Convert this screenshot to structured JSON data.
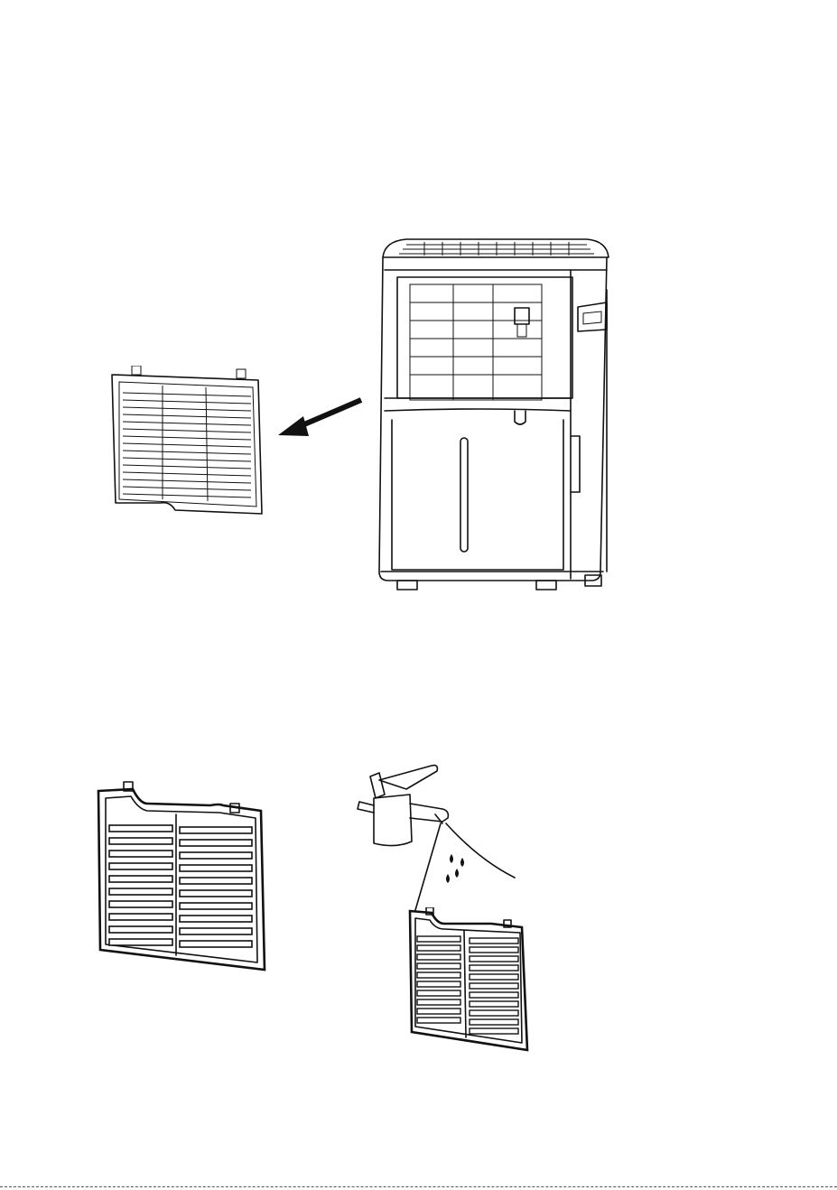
{
  "figure": {
    "step1": "remove-filter-from-dehumidifier",
    "step2": "wash-filter-under-tap",
    "arrow_direction": "left-down"
  },
  "colors": {
    "line": "#111111",
    "background": "#ffffff"
  }
}
